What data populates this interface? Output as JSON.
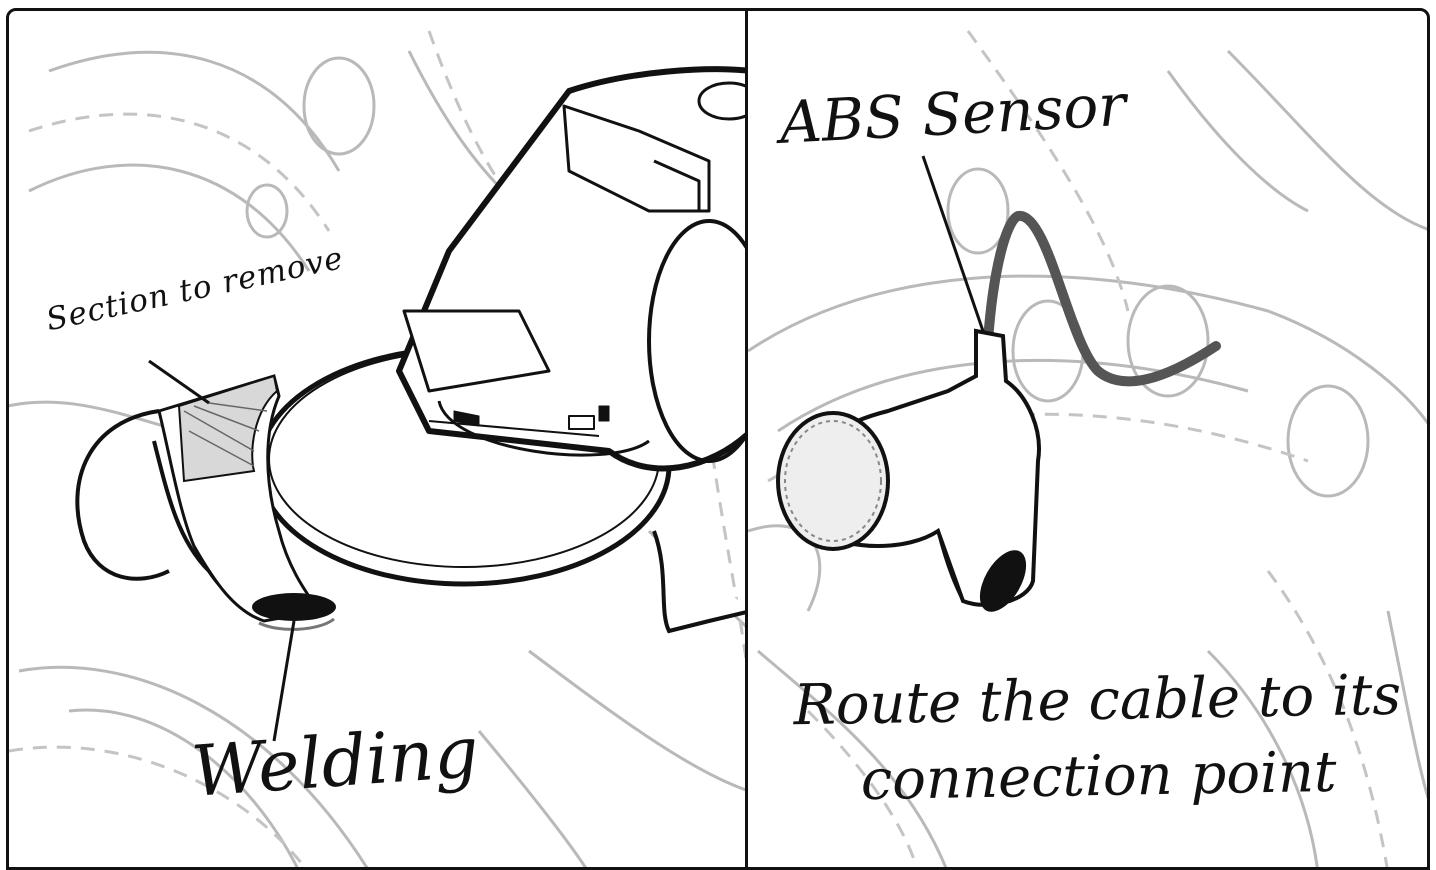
{
  "left_panel": {
    "label_section": "Section to remove",
    "label_welding": "Welding"
  },
  "right_panel": {
    "label_abs": "ABS Sensor",
    "label_route": "Route the cable to its connection point"
  },
  "colors": {
    "ink": "#111111",
    "background_lines": "#b9b9b9",
    "cable": "#555555"
  }
}
